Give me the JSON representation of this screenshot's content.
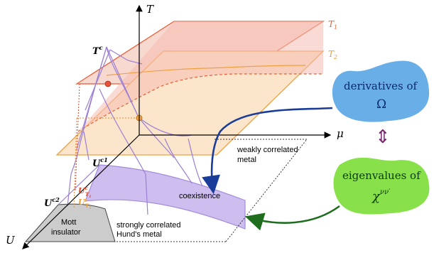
{
  "axes": {
    "t_label": "T",
    "mu_label": "μ",
    "u_label": "U"
  },
  "planes": {
    "t1_label": "T",
    "t1_sub": "1",
    "t2_label": "T",
    "t2_sub": "2"
  },
  "points": {
    "tc_label": "T",
    "tc_sup": "c",
    "uc1_label": "U",
    "uc1_sup": "c1",
    "uc2_label": "U",
    "uc2_sup": "c2",
    "uct1_label": "U",
    "uct1_sup": "c",
    "uct1_sub": "T",
    "uct1_subsub": "1",
    "uct2_label": "U",
    "uct2_sup": "c",
    "uct2_sub": "T",
    "uct2_subsub": "2"
  },
  "regions": {
    "weakly_line1": "weakly correlated",
    "weakly_line2": "metal",
    "coexistence": "coexistence",
    "mott_line1": "Mott",
    "mott_line2": "insulator",
    "hunds_line1": "strongly correlated",
    "hunds_line2": "Hund's metal"
  },
  "blobs": {
    "derivatives_line1": "derivatives of",
    "derivatives_line2": "Ω",
    "eigen_line1": "eigenvalues of",
    "eigen_chi": "χ",
    "eigen_sup": "νν′"
  },
  "arrows": {
    "equivalence_symbol": "⇕"
  },
  "colors": {
    "t1_plane": "#e8603c",
    "t2_plane": "#f0a040",
    "coexistence_fill": "#c8b8ee",
    "purple_line": "#9b7fd4",
    "mott_fill": "#cccccc",
    "blue_blob": "#6aaee8",
    "green_blob": "#88e04a",
    "blue_arrow": "#1a3d99",
    "green_arrow": "#1e6e1e",
    "equiv_arrow": "#7a2a6e"
  }
}
